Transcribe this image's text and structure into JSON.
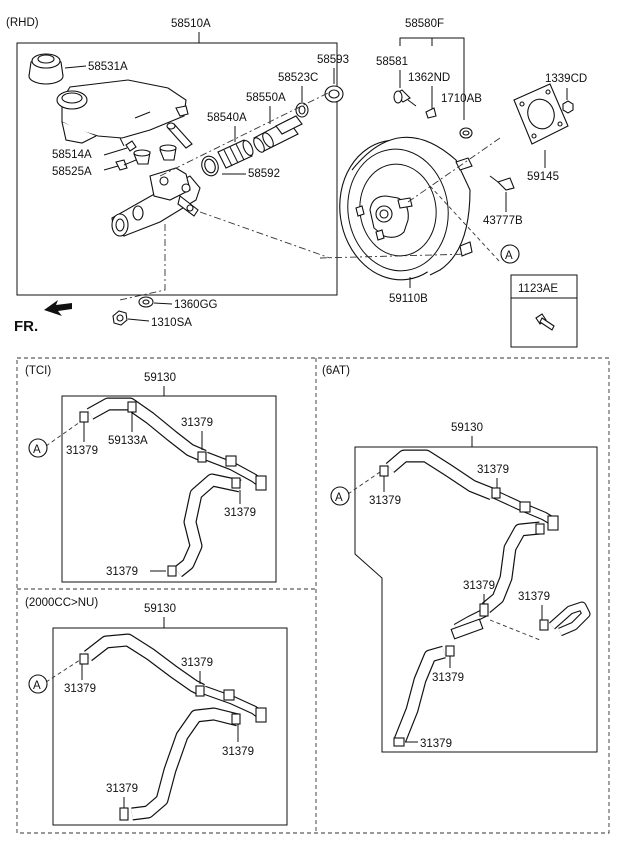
{
  "top": {
    "variant": "(RHD)",
    "assembly": "58510A",
    "reservoir_cap": "58531A",
    "parts": {
      "p58593": "58593",
      "p58523C": "58523C",
      "p58550A": "58550A",
      "p58540A": "58540A",
      "p58514A": "58514A",
      "p58525A": "58525A",
      "p58592": "58592"
    },
    "nut_1360GG": "1360GG",
    "nut_1310SA": "1310SA",
    "front_label": "FR."
  },
  "booster": {
    "kit": "58580F",
    "p58581": "58581",
    "p1362ND": "1362ND",
    "p1710AB": "1710AB",
    "p1339CD": "1339CD",
    "gasket": "59145",
    "clip": "43777B",
    "booster": "59110B",
    "ref_a": "A"
  },
  "bolt_box": {
    "code": "1123AE"
  },
  "tci": {
    "variant": "(TCI)",
    "hose": "59130",
    "sub": "59133A",
    "clamp": "31379",
    "ref_a": "A"
  },
  "nu": {
    "variant": "(2000CC>NU)",
    "hose": "59130",
    "clamp": "31379",
    "ref_a": "A"
  },
  "at6": {
    "variant": "(6AT)",
    "hose": "59130",
    "clamp": "31379",
    "ref_a": "A"
  }
}
